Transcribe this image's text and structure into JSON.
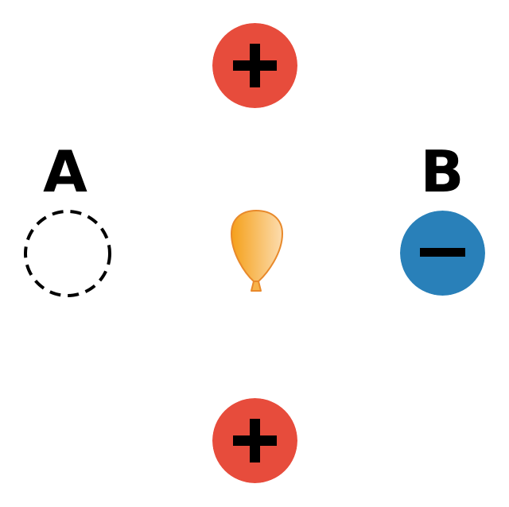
{
  "diagram": {
    "point_a": {
      "label": "A"
    },
    "point_b": {
      "label": "B"
    },
    "charges": {
      "top": {
        "sign": "+",
        "color": "#e74c3c"
      },
      "bottom": {
        "sign": "+",
        "color": "#e74c3c"
      },
      "right": {
        "sign": "−",
        "color": "#2980b9"
      }
    },
    "balloon": {
      "color": "#f5a623",
      "outline": "#e8892b"
    },
    "empty_position": {
      "style": "dashed-circle"
    }
  }
}
